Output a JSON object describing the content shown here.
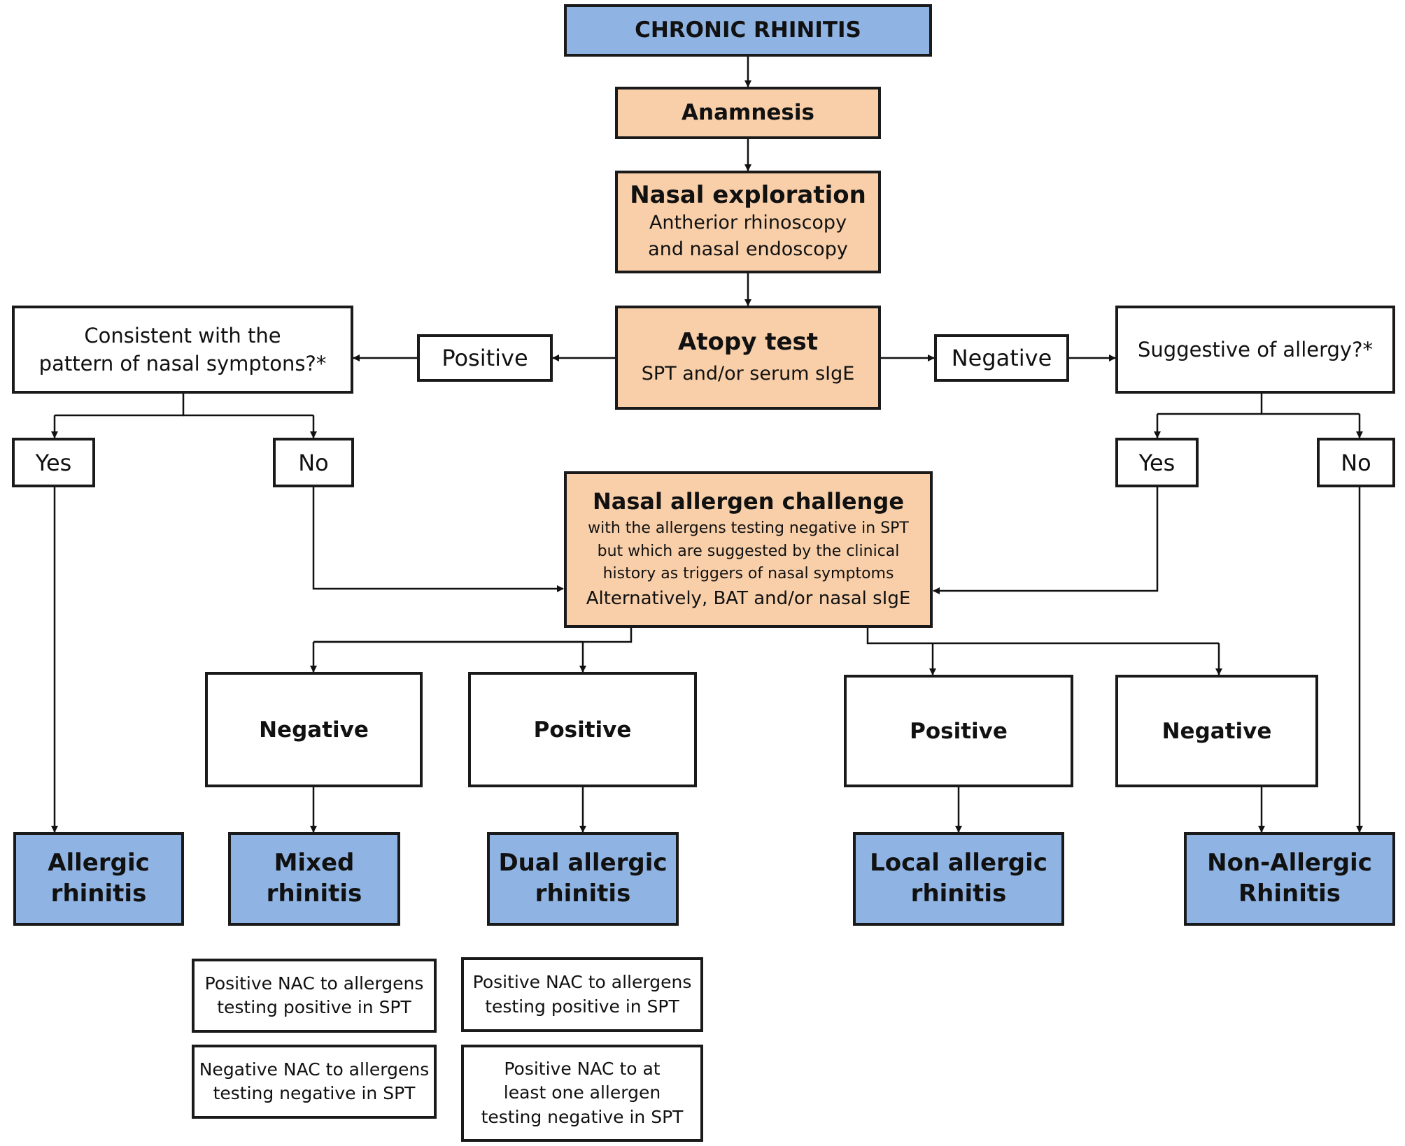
{
  "nodes": {
    "chronic": "CHRONIC RHINITIS",
    "anamnesis": "Anamnesis",
    "nasal_exploration": {
      "title": "Nasal exploration",
      "line1": "Antherior rhinoscopy",
      "line2": "and nasal endoscopy"
    },
    "atopy_test": {
      "title": "Atopy test",
      "sub": "SPT and/or serum sIgE"
    },
    "atopy_positive": "Positive",
    "atopy_negative": "Negative",
    "consistent_q": {
      "line1": "Consistent with the",
      "line2": "pattern of nasal symptons?*"
    },
    "suggestive_q": "Suggestive of allergy?*",
    "left_yes": "Yes",
    "left_no": "No",
    "right_yes": "Yes",
    "right_no": "No",
    "nac": {
      "title": "Nasal allergen challenge",
      "line1": "with the allergens testing negative in SPT",
      "line2": "but which are suggested by the clinical",
      "line3": "history as triggers of  nasal symptoms",
      "line4": "Alternatively, BAT  and/or nasal sIgE"
    },
    "outcome_negative_1": "Negative",
    "outcome_positive_1": "Positive",
    "outcome_positive_2": "Positive",
    "outcome_negative_2": "Negative",
    "dx_allergic": {
      "line1": "Allergic",
      "line2": "rhinitis"
    },
    "dx_mixed": {
      "line1": "Mixed",
      "line2": "rhinitis"
    },
    "dx_dual": {
      "line1": "Dual allergic",
      "line2": "rhinitis"
    },
    "dx_local": {
      "line1": "Local allergic",
      "line2": "rhinitis"
    },
    "dx_nonallergic": {
      "line1": "Non-Allergic",
      "line2": "Rhinitis"
    },
    "mixed_note1": {
      "line1": "Positive NAC to allergens",
      "line2": "testing positive in SPT"
    },
    "mixed_note2": {
      "line1": "Negative NAC to allergens",
      "line2": "testing negative in SPT"
    },
    "dual_note1": {
      "line1": "Positive NAC to allergens",
      "line2": "testing positive in SPT"
    },
    "dual_note2": {
      "line1": "Positive NAC to at",
      "line2": "least one allergen",
      "line3": "testing negative in SPT"
    }
  },
  "colors": {
    "blue_fill": "#8fb4e3",
    "peach_fill": "#f8cfa9",
    "border": "#1a1a1a"
  }
}
